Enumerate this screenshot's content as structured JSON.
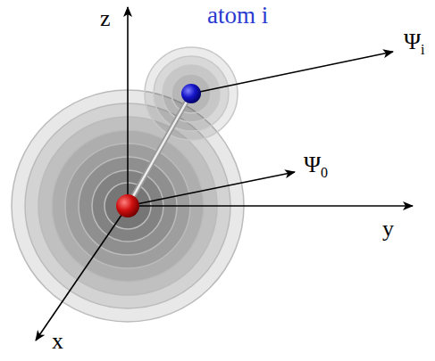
{
  "diagram": {
    "labels": [
      "z",
      "y",
      "x",
      "atom i",
      "Ψ",
      "i",
      "Ψ",
      "0"
    ]
  }
}
